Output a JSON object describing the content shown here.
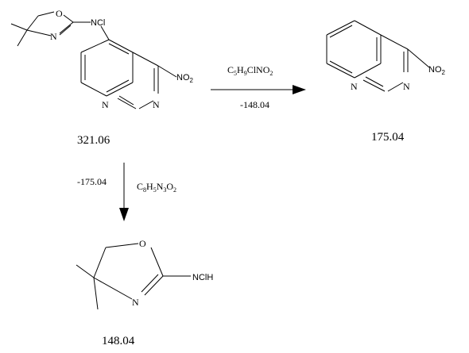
{
  "atoms": {
    "oxygen": "O",
    "nitrogen": "N",
    "nitro_group": "NO",
    "nitro_sub": "2",
    "nci": "NCl",
    "ncih": "NClH"
  },
  "parent": {
    "mass": "321.06"
  },
  "fragment_right": {
    "mass": "175.04",
    "loss_label": "-148.04",
    "formula": {
      "c": "C",
      "c_n": "5",
      "h": "H",
      "h_n": "9",
      "rest": "ClNO",
      "rest_n": "2"
    }
  },
  "fragment_bottom": {
    "mass": "148.04",
    "loss_label": "-175.04",
    "formula": {
      "c": "C",
      "c_n": "8",
      "h": "H",
      "h_n": "5",
      "n": "N",
      "n_n": "3",
      "o": "O",
      "o_n": "2"
    }
  }
}
